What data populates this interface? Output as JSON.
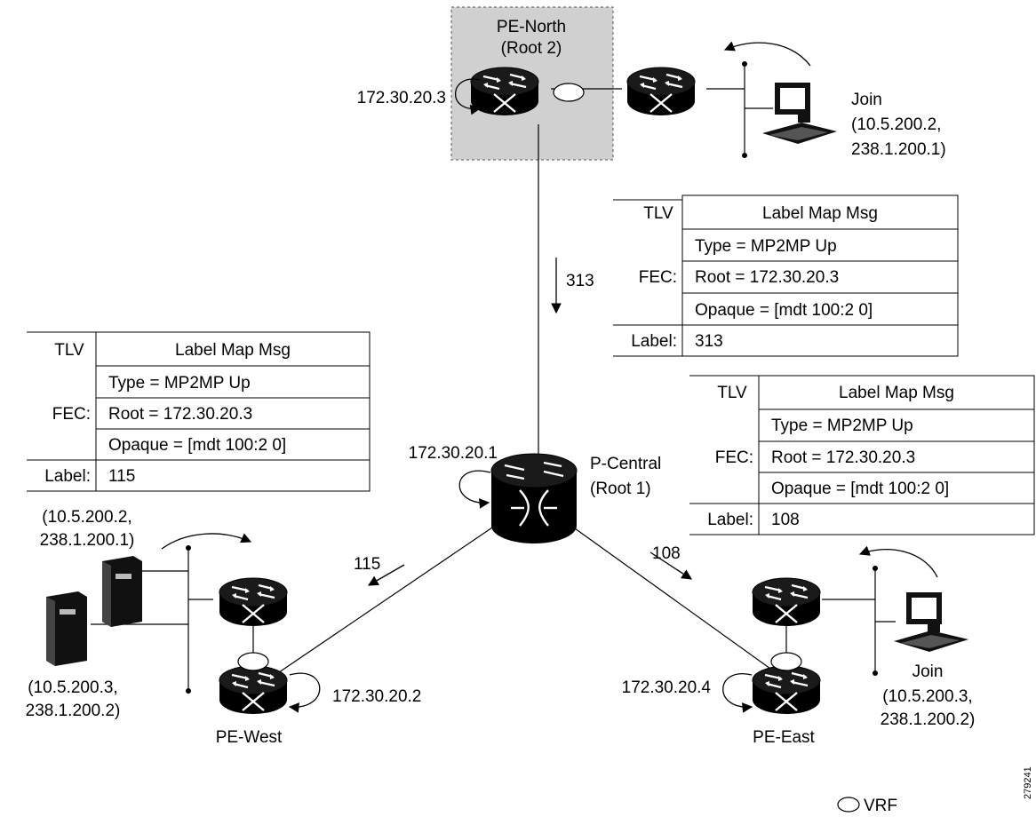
{
  "pe_north": {
    "name": "PE-North",
    "root": "(Root 2)",
    "address": "172.30.20.3",
    "receiver": {
      "action": "Join",
      "source": "(10.5.200.2,",
      "group": "238.1.200.1)"
    }
  },
  "p_central": {
    "name": "P-Central",
    "root": "(Root 1)",
    "address": "172.30.20.1"
  },
  "pe_west": {
    "name": "PE-West",
    "address": "172.30.20.2",
    "source_top": {
      "line1": "(10.5.200.2,",
      "line2": "238.1.200.1)"
    },
    "source_bottom": {
      "line1": "(10.5.200.3,",
      "line2": "238.1.200.2)"
    }
  },
  "pe_east": {
    "name": "PE-East",
    "address": "172.30.20.4",
    "receiver": {
      "action": "Join",
      "source": "(10.5.200.3,",
      "group": "238.1.200.2)"
    }
  },
  "links": {
    "north_label": "313",
    "west_label": "115",
    "east_label": "108"
  },
  "tables": [
    {
      "tlv_header": "TLV",
      "msg_header": "Label Map Msg",
      "fec_label": "FEC:",
      "type": "Type = MP2MP Up",
      "root": "Root = 172.30.20.3",
      "opaque": "Opaque = [mdt 100:2 0]",
      "label_key": "Label:",
      "label_value": "313"
    },
    {
      "tlv_header": "TLV",
      "msg_header": "Label Map Msg",
      "fec_label": "FEC:",
      "type": "Type = MP2MP Up",
      "root": "Root = 172.30.20.3",
      "opaque": "Opaque = [mdt 100:2 0]",
      "label_key": "Label:",
      "label_value": "115"
    },
    {
      "tlv_header": "TLV",
      "msg_header": "Label Map Msg",
      "fec_label": "FEC:",
      "type": "Type = MP2MP Up",
      "root": "Root = 172.30.20.3",
      "opaque": "Opaque = [mdt 100:2 0]",
      "label_key": "Label:",
      "label_value": "108"
    }
  ],
  "legend": {
    "vrf": "VRF"
  },
  "figure_id": "279241",
  "colors": {
    "highlight_box": "#d0d0d0",
    "router_body": "#000000",
    "ink": "#000000"
  },
  "icons": [
    "router-icon",
    "pc-icon",
    "server-icon",
    "vrf-icon"
  ]
}
